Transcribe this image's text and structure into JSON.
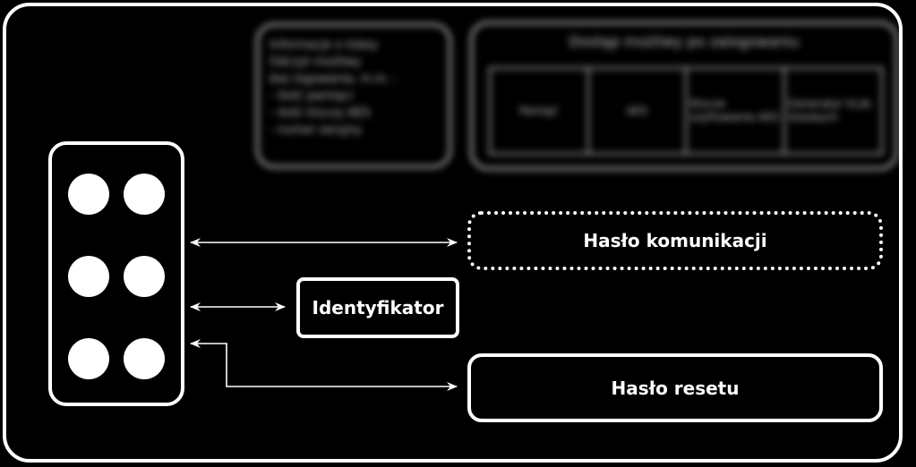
{
  "info_box": {
    "lines": [
      "Informacje o tokey",
      "Odczyt możliwy",
      "bez logowania, m.in. :",
      "- ilość pamięci",
      "- ilość kluczy AES",
      "- numer seryjny"
    ]
  },
  "catalog": {
    "title": "Dostęp możliwy po zalogowaniu",
    "cells": [
      "Pamięć",
      "AES",
      "Klucze szyfrowania AES",
      "Generator liczb losowych"
    ]
  },
  "nodes": {
    "communication_password": "Hasło komunikacji",
    "identifier": "Identyfikator",
    "reset_password": "Hasło resetu"
  },
  "colors": {
    "background": "#000000",
    "foreground": "#ffffff"
  }
}
